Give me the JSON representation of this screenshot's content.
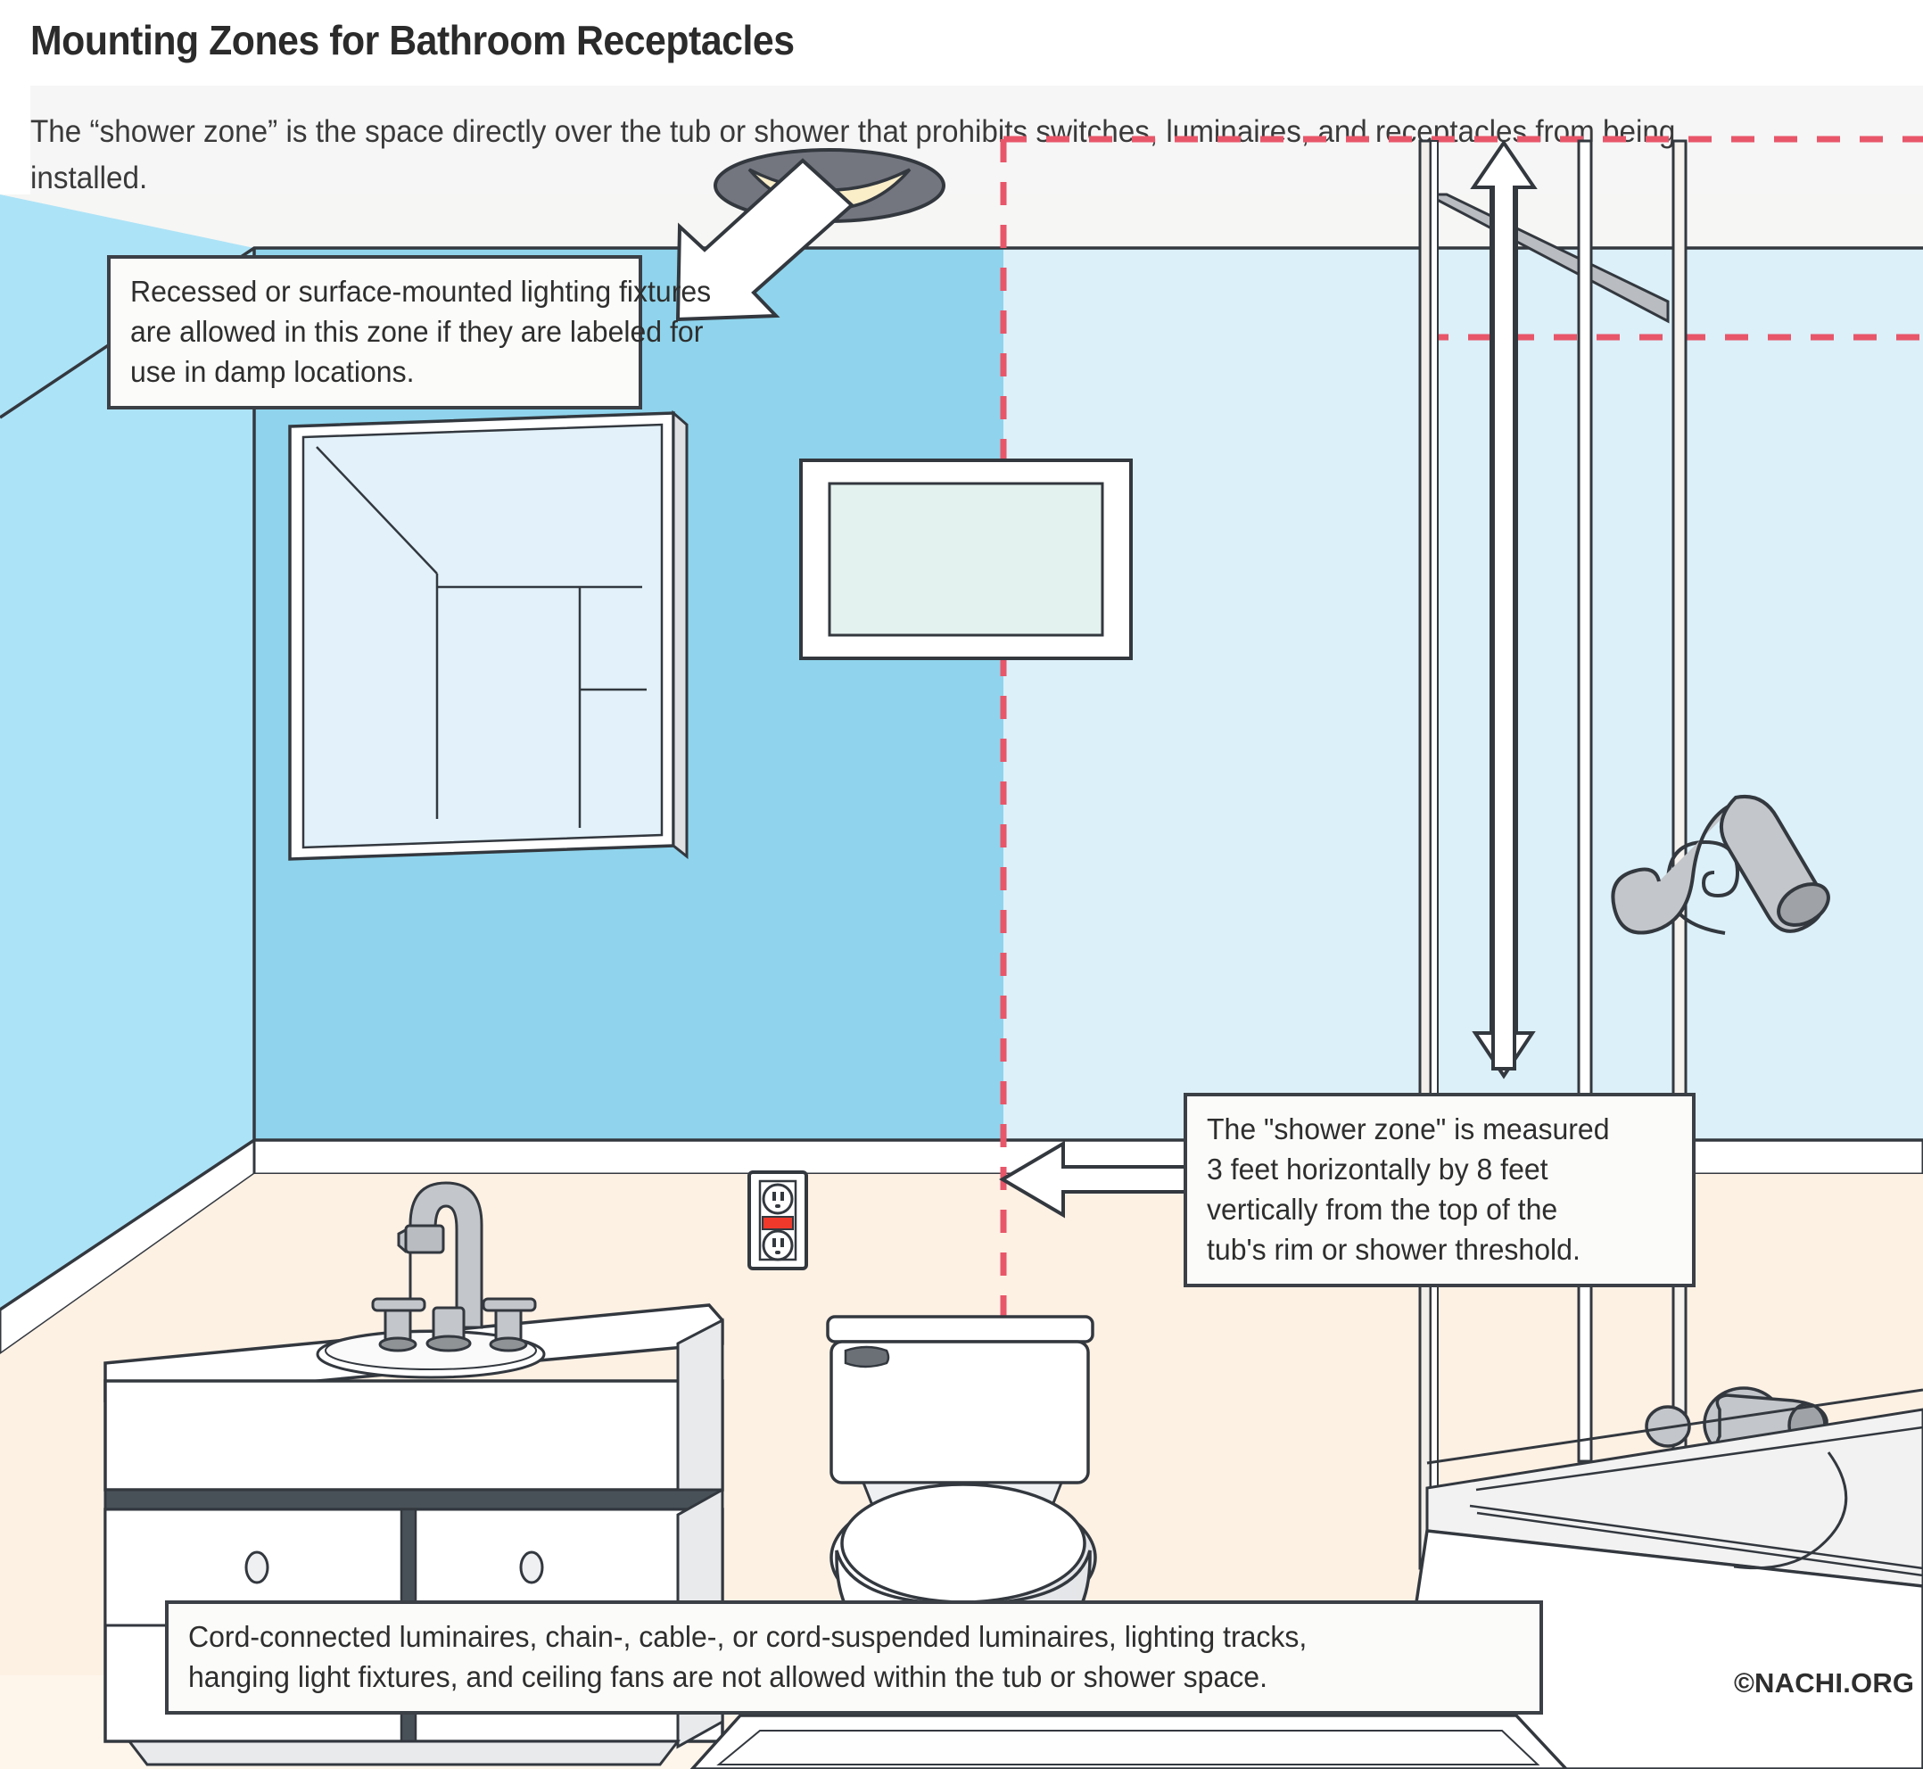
{
  "header": {
    "title": "Mounting Zones for Bathroom Receptacles",
    "subtitle_line1": "The “shower zone” is the space directly over the tub or shower that prohibits switches, luminaires, and",
    "subtitle_line2": "receptacles from being installed."
  },
  "callouts": {
    "lighting": {
      "line1": "Recessed or surface-mounted lighting fixtures",
      "line2": "are allowed in this zone if they are labeled for",
      "line3": "use in damp locations."
    },
    "shower_zone": {
      "line1": "The \"shower zone\" is measured",
      "line2": "3 feet horizontally by 8 feet",
      "line3": "vertically from the top of the",
      "line4": "tub's rim or shower threshold."
    },
    "bottom": {
      "line1": "Cord-connected luminaires, chain-, cable-, or cord-suspended luminaires, lighting tracks,",
      "line2": "hanging light fixtures, and ceiling fans are not allowed within the tub or shower space."
    }
  },
  "credit": {
    "text": "©NACHI.ORG"
  },
  "colors": {
    "zone_dashed_line": "#e8566a",
    "wall_left": "#ade3f7",
    "wall_back": "#8fd4ec",
    "wall_zone_light": "#dcf0f9",
    "ceiling": "#f6f6f4",
    "floor": "#fdf1e4",
    "outline": "#33383f",
    "metal": "#b9bcc0",
    "light_lens": "#faeec9",
    "light_trim": "#73757f",
    "gfci_reset": "#f0392b"
  },
  "scene_objects": {
    "ceiling_light": "recessed-light-fixture",
    "mirror": "wall-mirror",
    "picture": "framed-picture",
    "outlet": "gfci-receptacle",
    "vanity": "sink-vanity-cabinet",
    "faucet": "gooseneck-faucet",
    "toilet": "toilet",
    "shower_enclosure": "glass-shower-doors",
    "shower_head": "shower-head",
    "tub_valve": "tub-faucet-valve",
    "bathtub": "bathtub",
    "bath_mat": "bath-mat"
  }
}
